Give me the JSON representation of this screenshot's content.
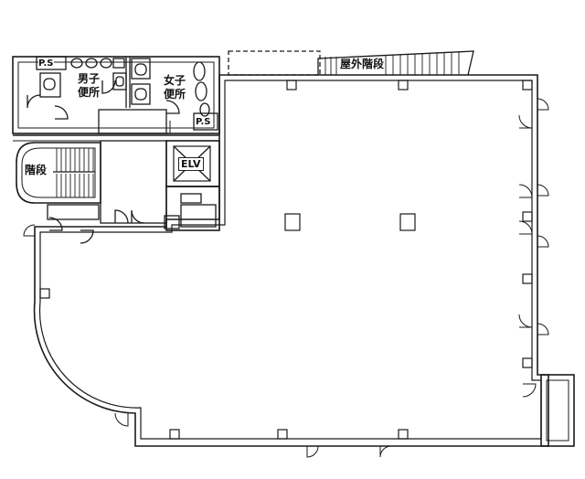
{
  "labels": {
    "ps_top": "P.S",
    "mens_wc_1": "男子",
    "mens_wc_2": "便所",
    "womens_wc_1": "女子",
    "womens_wc_2": "便所",
    "ps_right": "P.S",
    "stairs": "階段",
    "elv": "ELV",
    "outdoor_stairs": "屋外階段"
  }
}
